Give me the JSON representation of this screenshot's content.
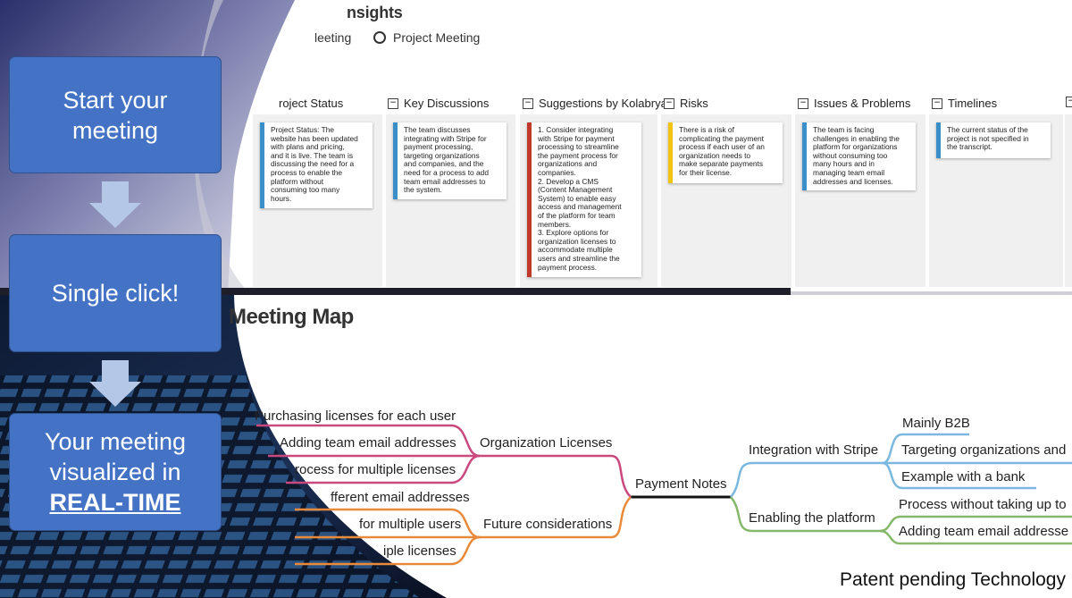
{
  "insights": {
    "title": "nsights",
    "radio_options": [
      "leeting",
      "Project Meeting"
    ]
  },
  "columns": [
    {
      "header": "roject Status",
      "color": "#3b8fc8",
      "cards": [
        [
          "Project Status: The",
          "website has been updated",
          "with plans and pricing,",
          "and it is live. The team is",
          "discussing the need for a",
          "process to enable the",
          "platform without",
          "consuming too many",
          "hours."
        ]
      ]
    },
    {
      "header": "Key Discussions",
      "color": "#3b8fc8",
      "cards": [
        [
          "The team discusses",
          "integrating with Stripe for",
          "payment processing,",
          "targeting organizations",
          "and companies, and the",
          "need for a process to add",
          "team email addresses to",
          "the system."
        ]
      ]
    },
    {
      "header": "Suggestions by Kolabrya",
      "color": "#c0392b",
      "cards": [
        [
          "1. Consider integrating",
          "with Stripe for payment",
          "processing to streamline",
          "the payment process for",
          "organizations and",
          "companies.",
          "2. Develop a CMS",
          "(Content Management",
          "System) to enable easy",
          "access and management",
          "of the platform for team",
          "members.",
          "3. Explore options for",
          "organization licenses to",
          "accommodate multiple",
          "users and streamline the",
          "payment process."
        ]
      ]
    },
    {
      "header": "Risks",
      "color": "#f1c40f",
      "cards": [
        [
          "There is a risk of",
          "complicating the payment",
          "process if each user of an",
          "organization needs to",
          "make separate payments",
          "for their license."
        ]
      ]
    },
    {
      "header": "Issues & Problems",
      "color": "#3b8fc8",
      "cards": [
        [
          "The team is facing",
          "challenges in enabling the",
          "platform for organizations",
          "without consuming too",
          "many hours and in",
          "managing team email",
          "addresses and licenses."
        ]
      ]
    },
    {
      "header": "Timelines",
      "color": "#3b8fc8",
      "cards": [
        [
          "The current status of the",
          "project is not specified in",
          "the transcript."
        ]
      ]
    }
  ],
  "map": {
    "title": "Meeting Map",
    "root": "Payment Notes",
    "left_branches": [
      {
        "label": "Organization Licenses",
        "color": "#c9487d",
        "leaves": [
          "Purchasing licenses for each user",
          "Adding team email addresses",
          "rocess for multiple licenses"
        ]
      },
      {
        "label": "Future considerations",
        "color": "#e88a3a",
        "leaves": [
          "fferent email addresses",
          "for multiple users",
          "iple licenses"
        ]
      }
    ],
    "right_branches": [
      {
        "label": "Integration with Stripe",
        "color": "#7ab8e0",
        "leaves": [
          "Mainly B2B",
          "Targeting organizations and",
          "Example with a bank"
        ]
      },
      {
        "label": "Enabling the platform",
        "color": "#86b86b",
        "leaves": [
          "Process without taking up to",
          "Adding team email addresse"
        ]
      }
    ]
  },
  "steps": [
    {
      "lines": [
        "Start your",
        "meeting"
      ]
    },
    {
      "lines": [
        "Single click!"
      ]
    },
    {
      "lines": [
        "Your meeting",
        "visualized in"
      ],
      "emphasis": "REAL-TIME"
    }
  ],
  "footer": {
    "patent": "Patent pending Technology"
  }
}
